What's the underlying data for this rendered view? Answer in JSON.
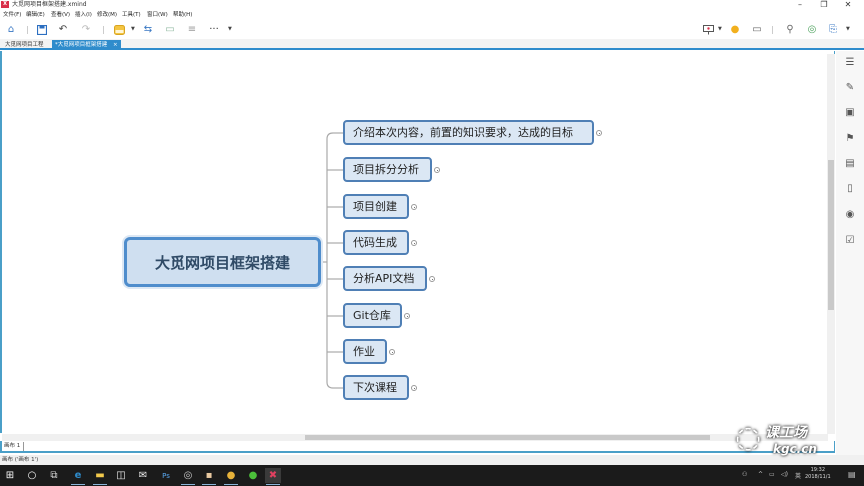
{
  "window": {
    "title": "大觅网项目框架搭建.xmind",
    "app_icon_text": "X",
    "controls": {
      "minimize": "–",
      "maximize": "❐",
      "close": "✕"
    }
  },
  "menu": [
    "文件(F)",
    "编辑(E)",
    "查看(V)",
    "插入(I)",
    "修改(M)",
    "工具(T)",
    "窗口(W)",
    "帮助(H)"
  ],
  "toolbar": {
    "left_icons": [
      "home-icon",
      "save-icon",
      "undo-icon",
      "redo-icon",
      "topic-icon",
      "relationship-icon",
      "boundary-icon",
      "summary-icon",
      "more-icon"
    ],
    "right_icons": [
      "presentation-icon",
      "lightbulb-icon",
      "outline-view-icon",
      "search-icon",
      "share-icon",
      "export-icon"
    ]
  },
  "tabs": [
    {
      "label": "大觅网项目工程",
      "active": false
    },
    {
      "label": "*大觅网项目框架搭建",
      "active": true,
      "close": "×"
    }
  ],
  "mindmap": {
    "central_topic": "大觅网项目框架搭建",
    "subtopics": [
      "介绍本次内容，前置的知识要求，达成的目标",
      "项目拆分分析",
      "项目创建",
      "代码生成",
      "分析API文档",
      "Git仓库",
      "作业",
      "下次课程"
    ]
  },
  "right_panel_icons": [
    "format-icon",
    "style-brush-icon",
    "image-icon",
    "marker-flag-icon",
    "notes-icon",
    "document-icon",
    "comment-icon",
    "task-icon"
  ],
  "sheet": {
    "tab_label": "画布 1"
  },
  "status": {
    "text": "画布 ('画布 1')"
  },
  "taskbar": {
    "apps": [
      "start-icon",
      "search-icon",
      "task-view-icon",
      "edge-icon",
      "file-explorer-icon",
      "store-icon",
      "mail-icon",
      "photoshop-icon",
      "obs-icon",
      "office-icon",
      "chrome-icon",
      "wechat-icon",
      "xmind-icon"
    ],
    "time": "19:32",
    "date": "2018/11/1"
  },
  "watermark": {
    "text": "课工场",
    "sub": "kgc.cn"
  },
  "colors": {
    "accent": "#2f8ccc",
    "node_fill": "#dbe7f4",
    "node_border": "#4f7fb5",
    "central_fill": "#cfdff0",
    "central_border": "#4f8dcc"
  }
}
